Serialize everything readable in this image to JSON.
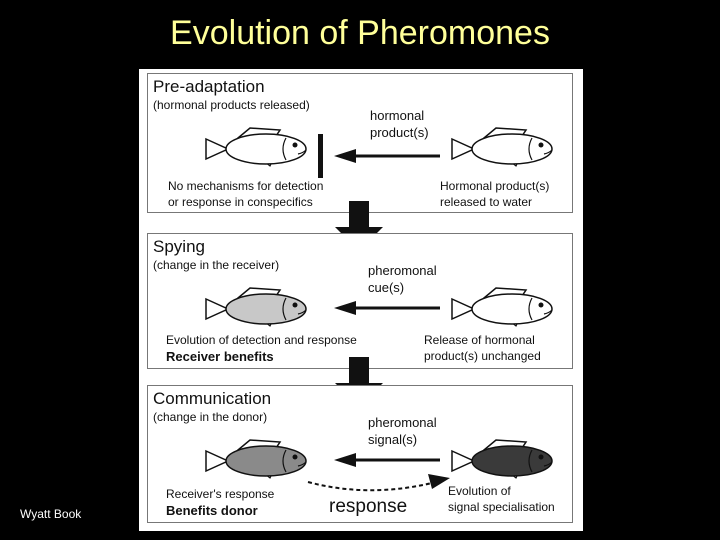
{
  "slide": {
    "title": "Evolution of Pheromones",
    "credit": "Wyatt Book"
  },
  "panels": [
    {
      "title": "Pre-adaptation",
      "subtitle": "(hormonal products released)",
      "signal_label_1": "hormonal",
      "signal_label_2": "product(s)",
      "left_caption_1": "No mechanisms for detection",
      "left_caption_2": "or response in conspecifics",
      "right_caption_1": "Hormonal product(s)",
      "right_caption_2": "released to water",
      "left_fish_fill": "#ffffff",
      "right_fish_fill": "#ffffff"
    },
    {
      "title": "Spying",
      "subtitle": "(change in the receiver)",
      "signal_label_1": "pheromonal",
      "signal_label_2": "cue(s)",
      "left_caption_1": "Evolution of detection and response",
      "left_caption_2": "Receiver benefits",
      "right_caption_1": "Release of hormonal",
      "right_caption_2": "product(s) unchanged",
      "left_fish_fill": "#c8c8c8",
      "right_fish_fill": "#ffffff"
    },
    {
      "title": "Communication",
      "subtitle": "(change in the donor)",
      "signal_label_1": "pheromonal",
      "signal_label_2": "signal(s)",
      "left_caption_1": "Receiver's response",
      "left_caption_2": "Benefits donor",
      "right_caption_1": "Evolution of",
      "right_caption_2": "signal specialisation",
      "response_label": "response",
      "left_fish_fill": "#8a8a8a",
      "right_fish_fill": "#3a3a3a"
    }
  ]
}
